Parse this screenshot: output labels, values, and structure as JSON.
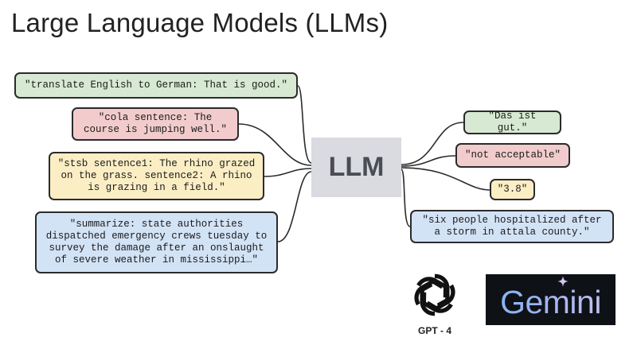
{
  "title": "Large Language Models (LLMs)",
  "center_node": "LLM",
  "inputs": [
    "\"translate English to German: That is good.\"",
    "\"cola sentence: The\ncourse is jumping well.\"",
    "\"stsb sentence1: The rhino grazed\non the grass. sentence2: A rhino\nis grazing in a field.\"",
    "\"summarize: state authorities\ndispatched emergency crews tuesday to\nsurvey the damage after an onslaught\nof severe weather in mississippi…\""
  ],
  "outputs": [
    "\"Das ist gut.\"",
    "\"not acceptable\"",
    "\"3.8\"",
    "\"six people hospitalized after\na storm in attala county.\""
  ],
  "logos": {
    "gpt_label": "GPT - 4",
    "gemini_wordmark": "Gemini"
  },
  "colors": {
    "green": "#d7e9d2",
    "red": "#f2cccc",
    "yellow": "#fbeec4",
    "blue": "#d3e3f6",
    "llm_box": "#d9dbe0"
  }
}
